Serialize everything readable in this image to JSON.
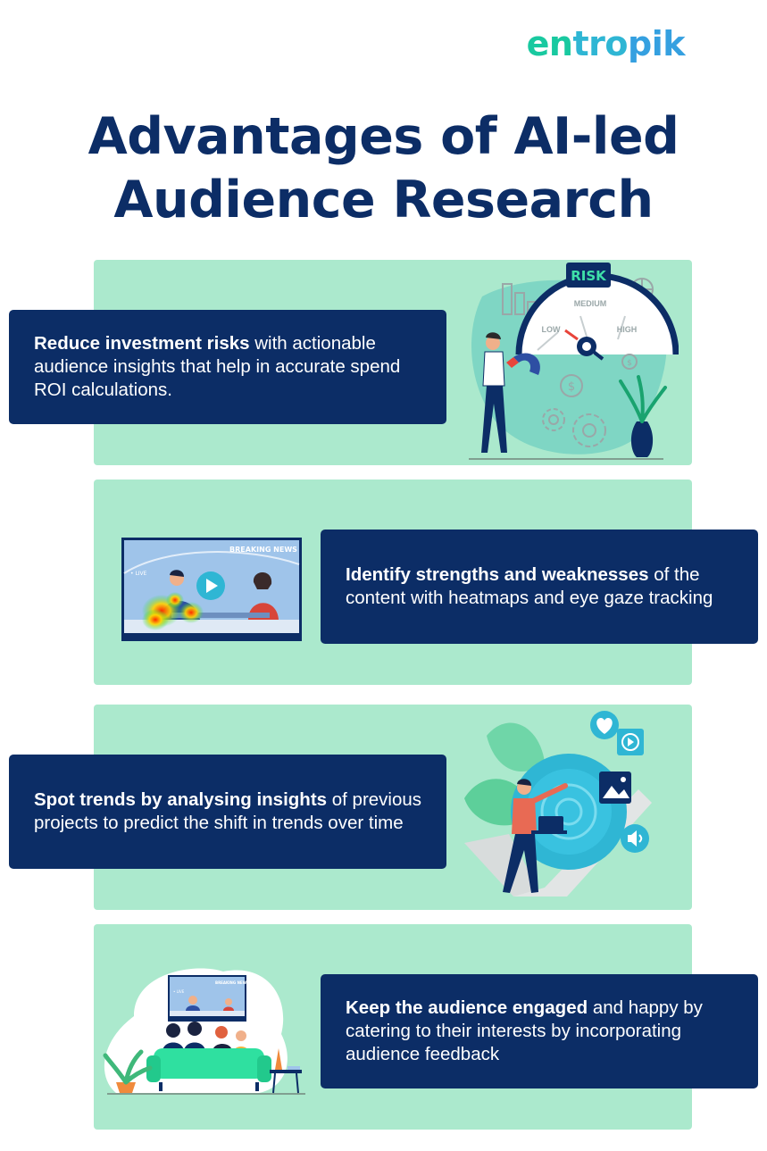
{
  "brand": {
    "logo_part1": "en",
    "logo_part2": "tro",
    "logo_part3": "pik"
  },
  "title": {
    "line1": "Advantages of AI-led",
    "line2": "Audience Research"
  },
  "advantages": [
    {
      "bold": "Reduce investment risks",
      "rest": " with actionable audience insights that help in accurate spend ROI calculations."
    },
    {
      "bold": "Identify strengths and weaknesses",
      "rest": " of the content with heatmaps and eye gaze tracking"
    },
    {
      "bold": "Spot trends by analysing insights",
      "rest": " of previous projects to predict the shift in trends over time"
    },
    {
      "bold": "Keep the audience engaged",
      "rest": " and happy by catering to their interests by incorporating audience feedback"
    }
  ],
  "risk_gauge": {
    "label": "RISK",
    "low": "LOW",
    "medium": "MEDIUM",
    "high": "HIGH"
  },
  "news_screen": {
    "headline": "BREAKING NEWS",
    "live": "• LIVE"
  },
  "tv_screen": {
    "headline": "BREAKING NEWS",
    "live": "• LIVE"
  },
  "colors": {
    "navy": "#0c2d66",
    "mint": "#abe9cd",
    "teal": "#19c9a0",
    "blue": "#2fb6d4"
  }
}
